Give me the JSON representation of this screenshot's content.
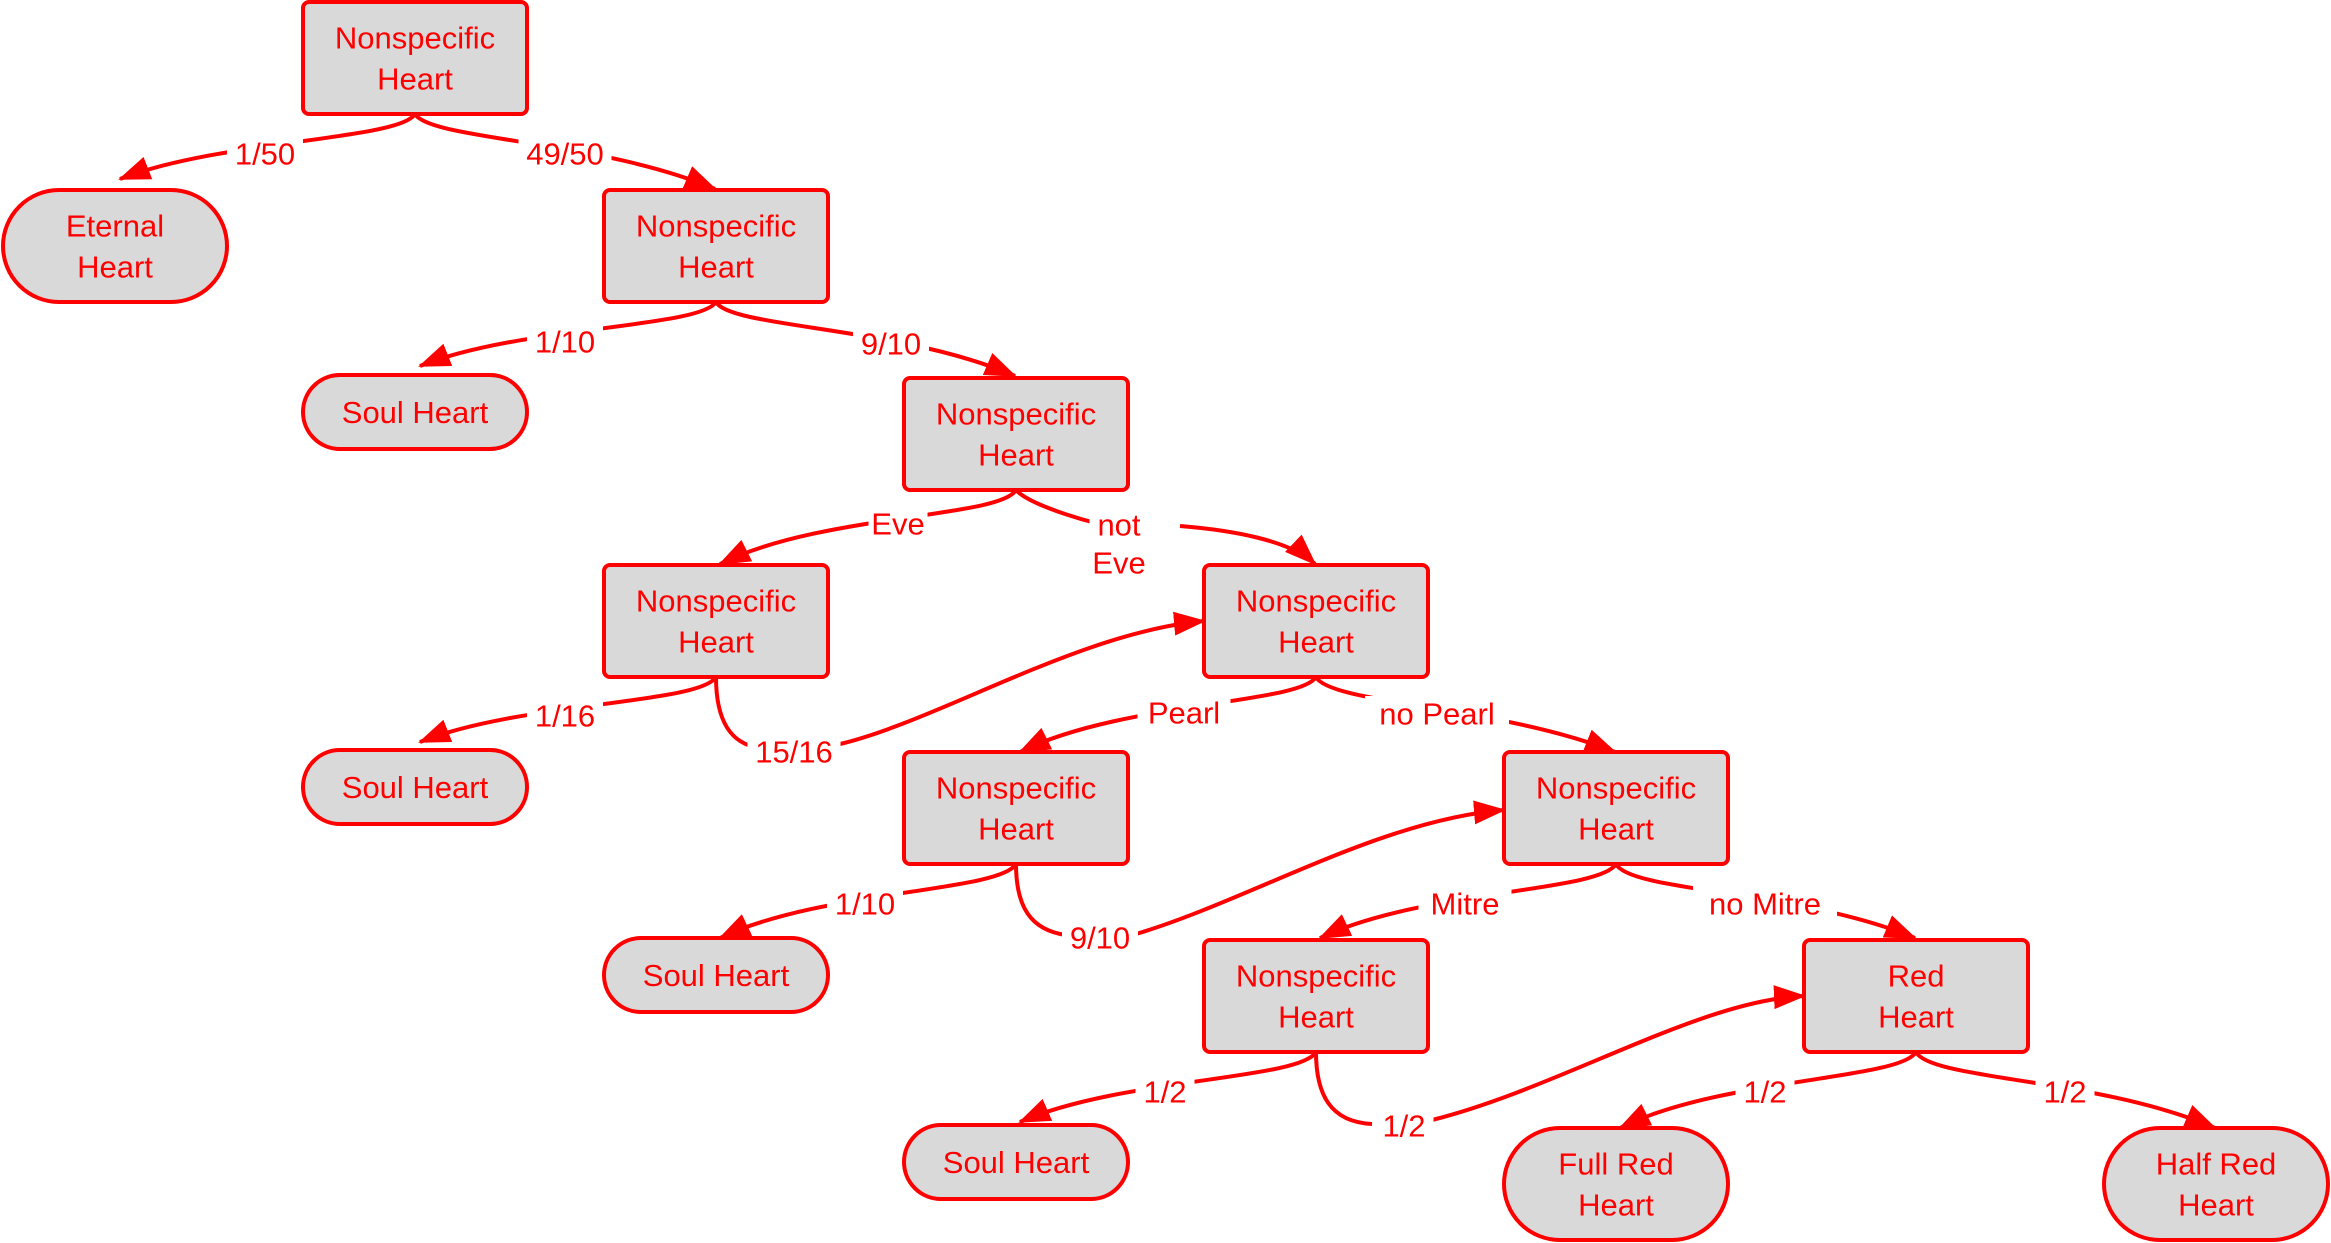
{
  "colors": {
    "stroke": "#ff0000",
    "fill": "#d9d9d9",
    "text": "#ff0000",
    "background": "#ffffff"
  },
  "nodes": [
    {
      "id": "n0",
      "shape": "box",
      "lines": [
        "Nonspecific",
        "Heart"
      ]
    },
    {
      "id": "n1",
      "shape": "terminal",
      "lines": [
        "Eternal",
        "Heart"
      ]
    },
    {
      "id": "n2",
      "shape": "box",
      "lines": [
        "Nonspecific",
        "Heart"
      ]
    },
    {
      "id": "n3",
      "shape": "terminal",
      "lines": [
        "Soul Heart"
      ]
    },
    {
      "id": "n4",
      "shape": "box",
      "lines": [
        "Nonspecific",
        "Heart"
      ]
    },
    {
      "id": "n5",
      "shape": "box",
      "lines": [
        "Nonspecific",
        "Heart"
      ]
    },
    {
      "id": "n6",
      "shape": "box",
      "lines": [
        "Nonspecific",
        "Heart"
      ]
    },
    {
      "id": "n7",
      "shape": "terminal",
      "lines": [
        "Soul Heart"
      ]
    },
    {
      "id": "n8",
      "shape": "box",
      "lines": [
        "Nonspecific",
        "Heart"
      ]
    },
    {
      "id": "n9",
      "shape": "box",
      "lines": [
        "Nonspecific",
        "Heart"
      ]
    },
    {
      "id": "n10",
      "shape": "terminal",
      "lines": [
        "Soul Heart"
      ]
    },
    {
      "id": "n11",
      "shape": "box",
      "lines": [
        "Nonspecific",
        "Heart"
      ]
    },
    {
      "id": "n12",
      "shape": "box",
      "lines": [
        "Red",
        "Heart"
      ]
    },
    {
      "id": "n13",
      "shape": "terminal",
      "lines": [
        "Soul Heart"
      ]
    },
    {
      "id": "n14",
      "shape": "terminal",
      "lines": [
        "Full Red",
        "Heart"
      ]
    },
    {
      "id": "n15",
      "shape": "terminal",
      "lines": [
        "Half Red",
        "Heart"
      ]
    }
  ],
  "edges": [
    {
      "id": "e0",
      "from": "n0",
      "to": "n1",
      "label_lines": [
        "1/50"
      ]
    },
    {
      "id": "e1",
      "from": "n0",
      "to": "n2",
      "label_lines": [
        "49/50"
      ]
    },
    {
      "id": "e2",
      "from": "n2",
      "to": "n3",
      "label_lines": [
        "1/10"
      ]
    },
    {
      "id": "e3",
      "from": "n2",
      "to": "n4",
      "label_lines": [
        "9/10"
      ]
    },
    {
      "id": "e4",
      "from": "n4",
      "to": "n5",
      "label_lines": [
        "Eve"
      ]
    },
    {
      "id": "e5",
      "from": "n4",
      "to": "n6",
      "label_lines": [
        "not",
        "Eve"
      ]
    },
    {
      "id": "e6",
      "from": "n5",
      "to": "n7",
      "label_lines": [
        "1/16"
      ]
    },
    {
      "id": "e7",
      "from": "n5",
      "to": "n6",
      "label_lines": [
        "15/16"
      ]
    },
    {
      "id": "e8",
      "from": "n6",
      "to": "n8",
      "label_lines": [
        "Pearl"
      ]
    },
    {
      "id": "e9",
      "from": "n6",
      "to": "n9",
      "label_lines": [
        "no Pearl"
      ]
    },
    {
      "id": "e10",
      "from": "n8",
      "to": "n10",
      "label_lines": [
        "1/10"
      ]
    },
    {
      "id": "e11",
      "from": "n8",
      "to": "n9",
      "label_lines": [
        "9/10"
      ]
    },
    {
      "id": "e12",
      "from": "n9",
      "to": "n11",
      "label_lines": [
        "Mitre"
      ]
    },
    {
      "id": "e13",
      "from": "n9",
      "to": "n12",
      "label_lines": [
        "no Mitre"
      ]
    },
    {
      "id": "e14",
      "from": "n11",
      "to": "n13",
      "label_lines": [
        "1/2"
      ]
    },
    {
      "id": "e15",
      "from": "n11",
      "to": "n12",
      "label_lines": [
        "1/2"
      ]
    },
    {
      "id": "e16",
      "from": "n12",
      "to": "n14",
      "label_lines": [
        "1/2"
      ]
    },
    {
      "id": "e17",
      "from": "n12",
      "to": "n15",
      "label_lines": [
        "1/2"
      ]
    }
  ]
}
